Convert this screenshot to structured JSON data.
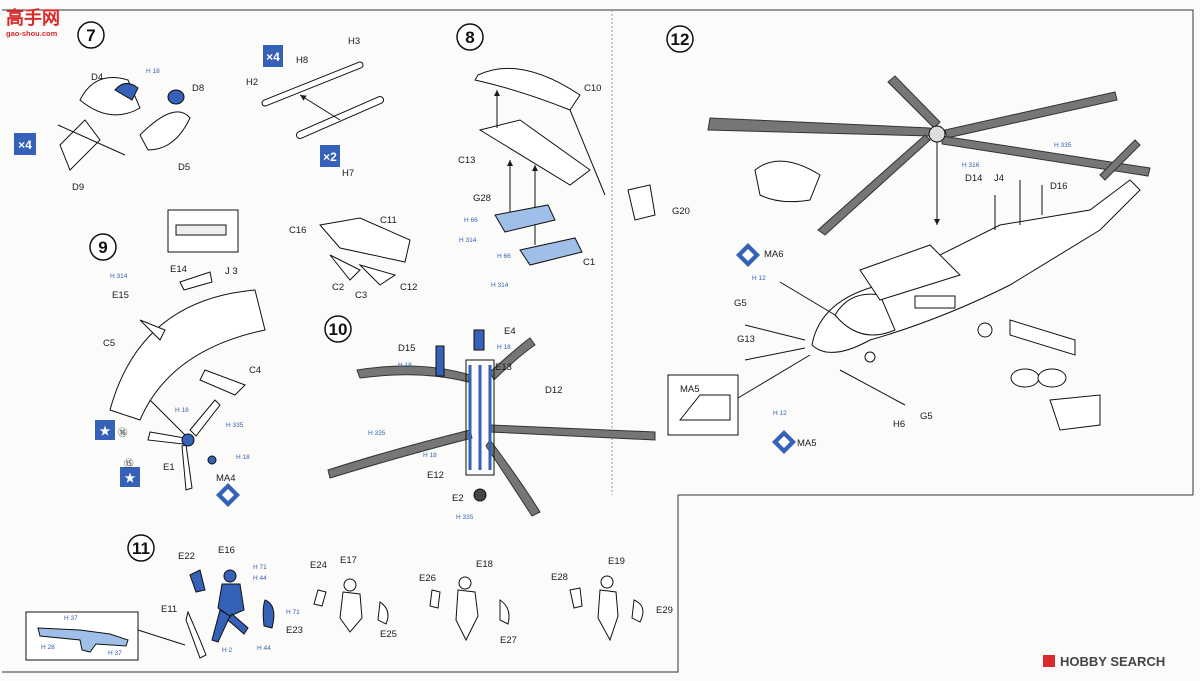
{
  "watermark_top": {
    "chars": "高手网",
    "url": "gao-shou.com"
  },
  "watermark_bottom": {
    "text": "HOBBY SEARCH"
  },
  "colors": {
    "accent_blue": "#3561b8",
    "part_blue": "#9fbfe8",
    "rotor_grey": "#767676",
    "ink": "#1a1a1a"
  },
  "steps": [
    {
      "id": "7",
      "parts": [
        "D4",
        "D8",
        "D5",
        "D9"
      ],
      "colors": [
        "H 18"
      ],
      "qty": "×4"
    },
    {
      "id": "8",
      "parts": [
        "C10",
        "C13",
        "G28",
        "C1",
        "G20"
      ],
      "colors": [
        "H 66",
        "H 314",
        "H 66",
        "H 314"
      ]
    },
    {
      "id": "9",
      "parts": [
        "E14",
        "J 3",
        "E15",
        "C5",
        "C4",
        "E1",
        "MA4"
      ],
      "colors": [
        "H 314",
        "H 18",
        "H 335",
        "H 18"
      ],
      "decals": [
        "⑯",
        "⑮"
      ]
    },
    {
      "id": "10",
      "parts": [
        "E4",
        "D15",
        "E13",
        "D12",
        "E12",
        "E2"
      ],
      "colors": [
        "H 18",
        "H 18",
        "H 335",
        "H 18",
        "H 335"
      ]
    },
    {
      "id": "11",
      "parts": [
        "E22",
        "E16",
        "E11",
        "E23",
        "E24",
        "E17",
        "E25",
        "E26",
        "E18",
        "E27",
        "E28",
        "E19",
        "E29"
      ],
      "colors": [
        "H 71",
        "H 44",
        "H 71",
        "H 44",
        "H 2",
        "H 37",
        "H 28",
        "H 37"
      ]
    },
    {
      "id": "12",
      "parts": [
        "MA6",
        "D14",
        "J4",
        "D16",
        "G5",
        "G13",
        "MA5",
        "H6",
        "G5",
        "MA5"
      ],
      "colors": [
        "H 316",
        "H 335",
        "H 12",
        "H 12"
      ]
    }
  ],
  "unnumbered_groups": [
    {
      "parts": [
        "H3",
        "H8",
        "H2",
        "H7"
      ],
      "qty_a": "×4",
      "qty_b": "×2"
    },
    {
      "parts": [
        "C16",
        "C11",
        "C2",
        "C3",
        "C12"
      ]
    }
  ]
}
